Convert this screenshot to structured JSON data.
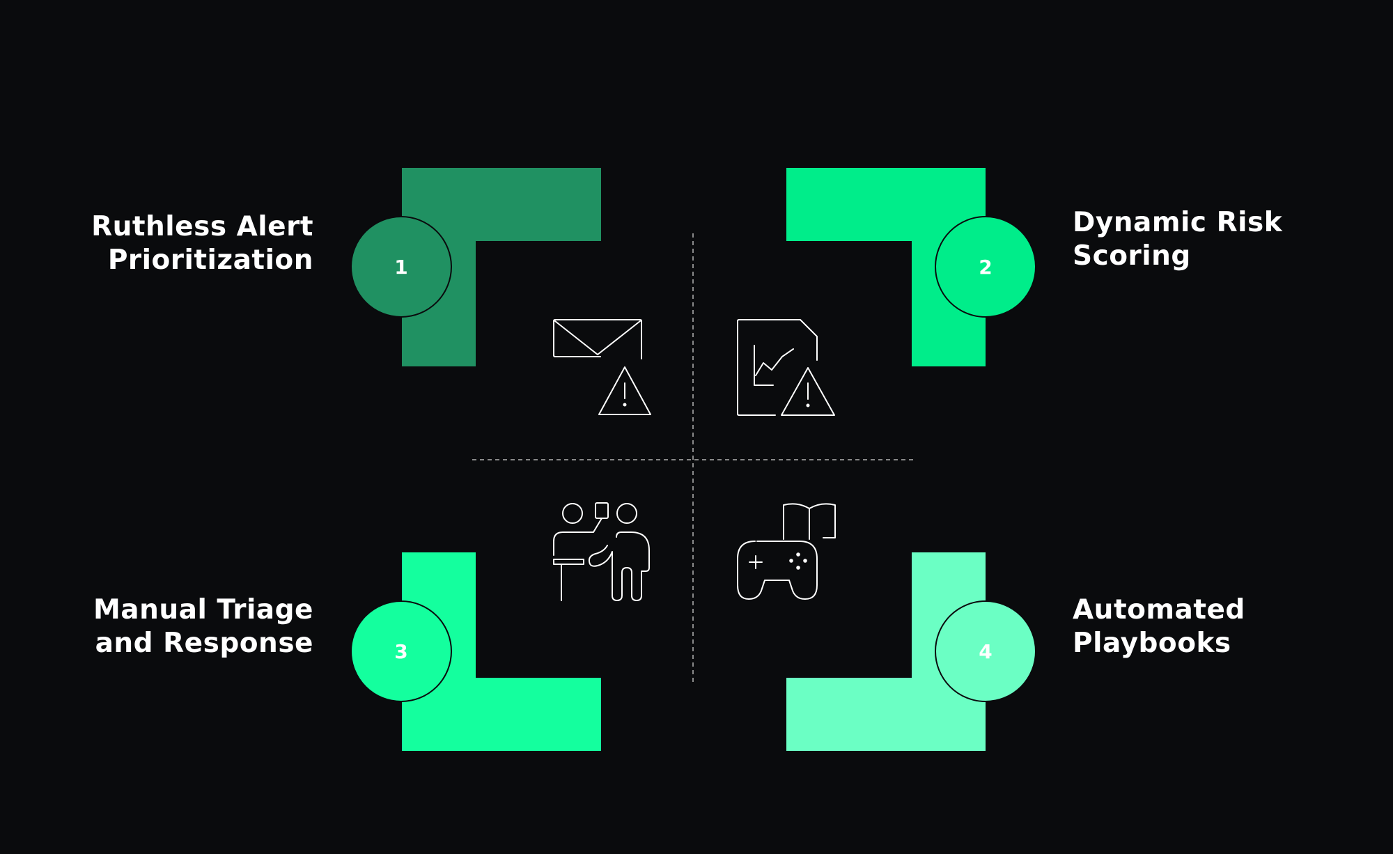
{
  "colors": {
    "background": "#0a0b0d",
    "q1": "#209162",
    "q2": "#00ed8a",
    "q3": "#14ff9e",
    "q4": "#6bffc4",
    "icon_stroke": "#ffffff",
    "divider": "#8a8a8a"
  },
  "quadrants": [
    {
      "number": "1",
      "title_line1": "Ruthless Alert",
      "title_line2": "Prioritization",
      "icon": "mail-alert-icon"
    },
    {
      "number": "2",
      "title_line1": "Dynamic Risk",
      "title_line2": "Scoring",
      "icon": "document-chart-alert-icon"
    },
    {
      "number": "3",
      "title_line1": "Manual Triage",
      "title_line2": "and Response",
      "icon": "presenter-icon"
    },
    {
      "number": "4",
      "title_line1": "Automated",
      "title_line2": "Playbooks",
      "icon": "gamepad-book-icon"
    }
  ]
}
